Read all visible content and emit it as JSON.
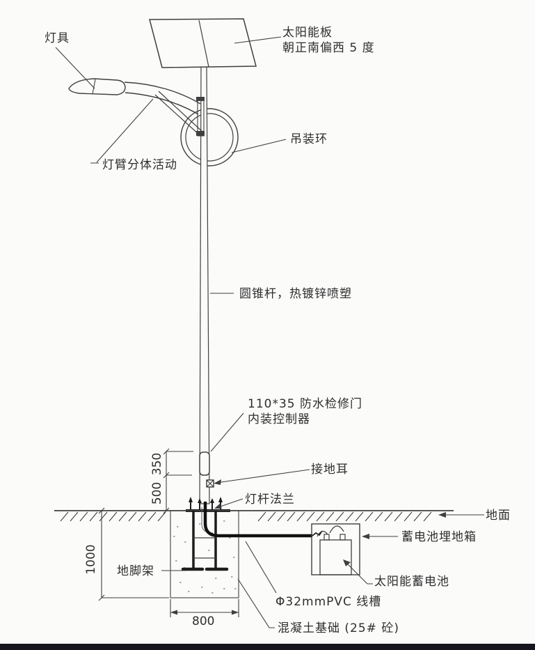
{
  "labels": {
    "lamp": "灯具",
    "panel_1": "太阳能板",
    "panel_2": "朝正南偏西 5 度",
    "ring": "吊装环",
    "arm": "灯臂分体活动",
    "pole": "圆锥杆，热镀锌喷塑",
    "door_1": "110*35 防水检修门",
    "door_2": "内装控制器",
    "ground_lug": "接地耳",
    "flange": "灯杆法兰",
    "ground": "地面",
    "battery_box": "蓄电池埋地箱",
    "battery": "太阳能蓄电池",
    "anchor_frame": "地脚架",
    "conduit": "Φ32mmPVC 线槽",
    "foundation": "混凝土基础 (25# 砼)"
  },
  "dimensions": {
    "door_height_mm": "350",
    "door_bottom_to_ground_mm": "500",
    "foundation_depth_mm": "1000",
    "foundation_width_mm": "800"
  },
  "colors": {
    "line": "#3f3f3f",
    "text": "#2e2e2e",
    "background": "#fbfbfa",
    "footer_bar": "#16161f"
  }
}
